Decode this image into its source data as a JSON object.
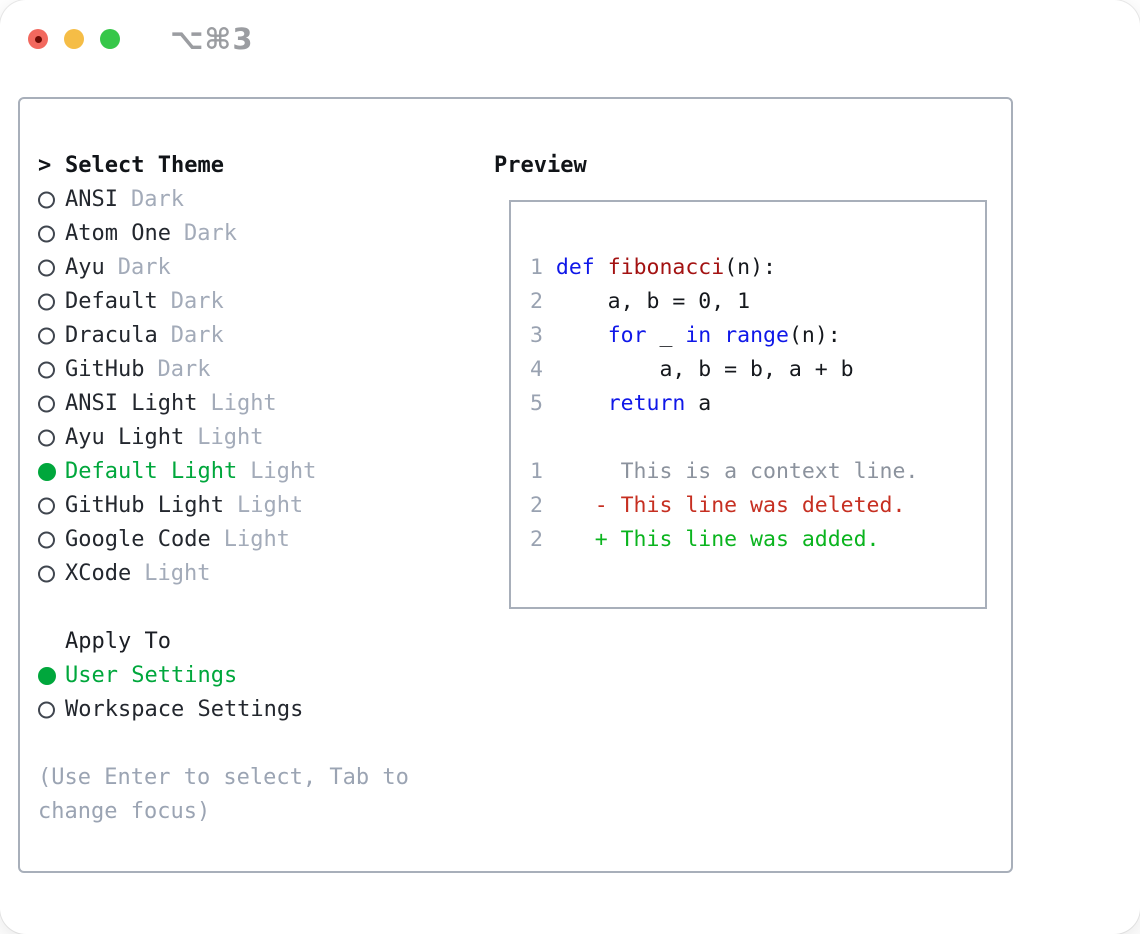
{
  "titlebar": {
    "shortcut": "⌥⌘3"
  },
  "theme_list": {
    "cursor": ">",
    "header": "Select Theme",
    "items": [
      {
        "name": "ANSI",
        "tag": "Dark",
        "selected": false
      },
      {
        "name": "Atom One",
        "tag": "Dark",
        "selected": false
      },
      {
        "name": "Ayu",
        "tag": "Dark",
        "selected": false
      },
      {
        "name": "Default",
        "tag": "Dark",
        "selected": false
      },
      {
        "name": "Dracula",
        "tag": "Dark",
        "selected": false
      },
      {
        "name": "GitHub",
        "tag": "Dark",
        "selected": false
      },
      {
        "name": "ANSI Light",
        "tag": "Light",
        "selected": false
      },
      {
        "name": "Ayu Light",
        "tag": "Light",
        "selected": false
      },
      {
        "name": "Default Light",
        "tag": "Light",
        "selected": true
      },
      {
        "name": "GitHub Light",
        "tag": "Light",
        "selected": false
      },
      {
        "name": "Google Code",
        "tag": "Light",
        "selected": false
      },
      {
        "name": "XCode",
        "tag": "Light",
        "selected": false
      }
    ]
  },
  "apply_to": {
    "label": "Apply To",
    "options": [
      {
        "name": "User Settings",
        "selected": true
      },
      {
        "name": "Workspace Settings",
        "selected": false
      }
    ]
  },
  "help": {
    "line1": "(Use Enter to select, Tab to",
    "line2": "change focus)"
  },
  "preview": {
    "title": "Preview",
    "code": {
      "l1": {
        "num": "1",
        "sp": " ",
        "kw": "def ",
        "fn": "fibonacci",
        "rest": "(n):"
      },
      "l2": {
        "num": "2",
        "text": "     a, b = 0, 1"
      },
      "l3": {
        "num": "3",
        "ind": "     ",
        "kw1": "for ",
        "var": "_ ",
        "kw2": "in ",
        "kw3": "range",
        "rest": "(n):"
      },
      "l4": {
        "num": "4",
        "text": "         a, b = b, a + b"
      },
      "l5": {
        "num": "5",
        "ind": "     ",
        "kw": "return ",
        "rest": "a"
      }
    },
    "diff": {
      "context": {
        "num": "1",
        "text": "      This is a context line."
      },
      "deleted": {
        "num": "2",
        "text": "    - This line was deleted."
      },
      "added": {
        "num": "2",
        "text": "    + This line was added."
      }
    }
  },
  "colors": {
    "selection_green": "#00a73c",
    "added_green": "#0ab41e",
    "deleted_red": "#c62f21",
    "keyword_blue": "#0f17e8",
    "function_red": "#a31212",
    "muted_gray": "#a3abb9",
    "border_gray": "#a8afba"
  }
}
